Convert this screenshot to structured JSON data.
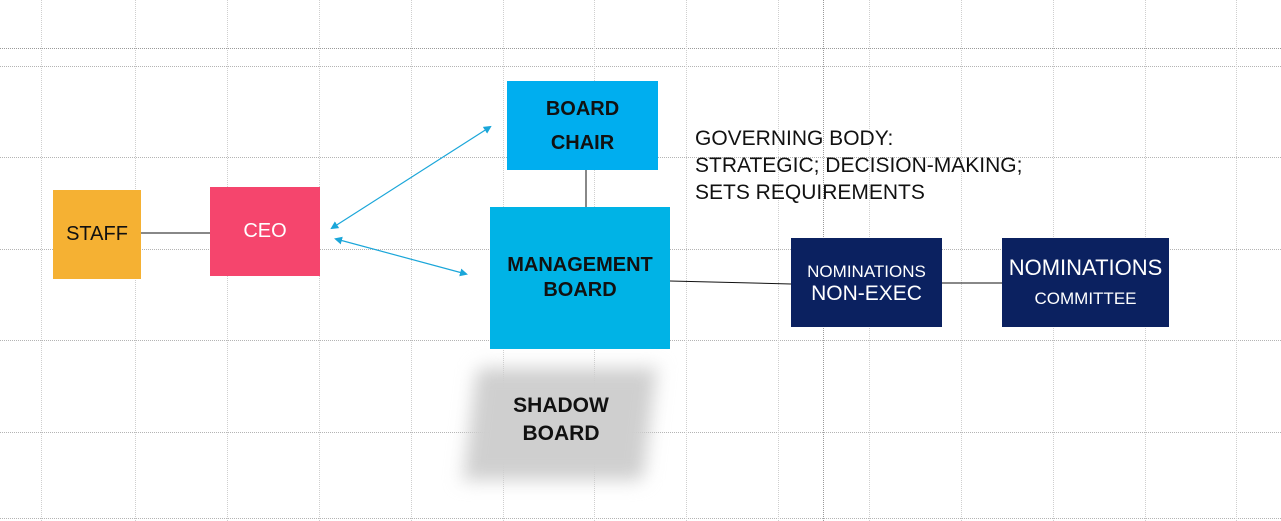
{
  "diagram": {
    "nodes": {
      "staff": {
        "label": "STAFF",
        "color": "#f5b133"
      },
      "ceo": {
        "label": "CEO",
        "color": "#f5456d"
      },
      "board_chair": {
        "lines": [
          "BOARD",
          "CHAIR"
        ],
        "color": "#00aeef"
      },
      "management_board": {
        "lines": [
          "MANAGEMENT",
          "BOARD"
        ],
        "color": "#00b3e6"
      },
      "nominations_nonexec": {
        "lines": [
          "NOMINATIONS",
          "NON-EXEC"
        ],
        "color": "#0b2160"
      },
      "nominations_committee": {
        "lines": [
          "NOMINATIONS",
          "COMMITTEE"
        ],
        "color": "#0b2160"
      },
      "shadow_board": {
        "lines": [
          "SHADOW",
          "BOARD"
        ],
        "color": "#cfcfcf"
      }
    },
    "annotation": {
      "lines": [
        "GOVERNING BODY:",
        "STRATEGIC; DECISION-MAKING;",
        "SETS REQUIREMENTS"
      ]
    },
    "arrow_color": "#1aa6d9",
    "connector_color": "#111111"
  }
}
